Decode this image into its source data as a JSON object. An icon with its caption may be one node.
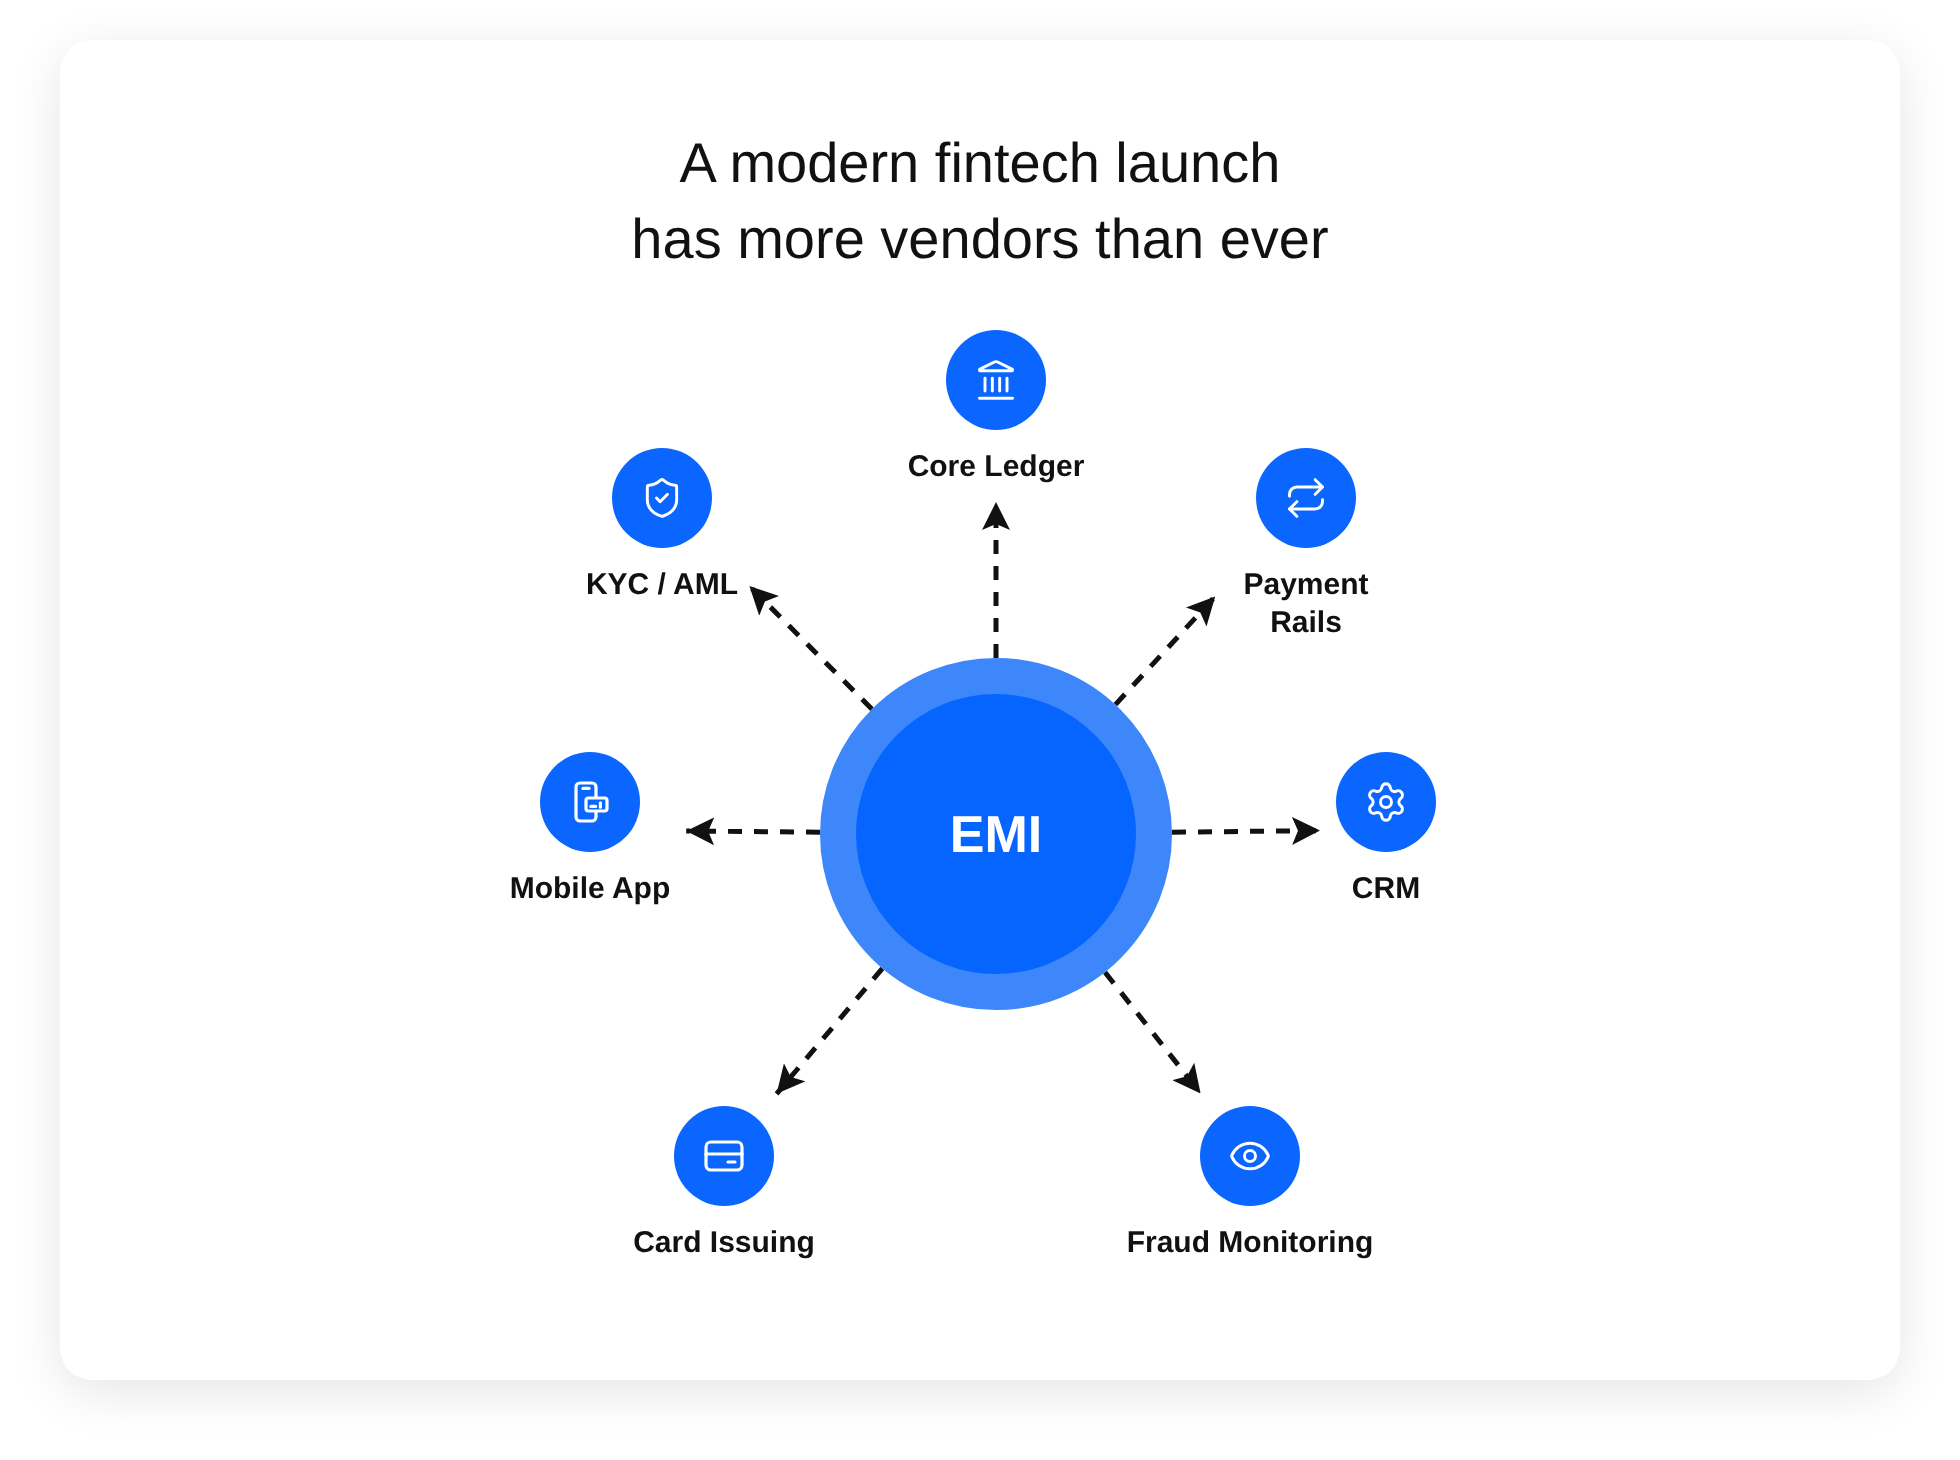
{
  "diagram": {
    "title": "A modern fintech launch has more vendors than ever",
    "nodes": [
      {
        "text": [
          "Core Ledger"
        ]
      },
      {
        "text": [
          "KYC / AML"
        ]
      },
      {
        "text": [
          "Payment Rails"
        ]
      },
      {
        "text": [
          "EMI"
        ]
      },
      {
        "text": [
          "Mobile App"
        ]
      },
      {
        "text": [
          "CRM"
        ]
      },
      {
        "text": [
          "Card Issuing"
        ]
      },
      {
        "text": [
          "Fraud Monitoring"
        ]
      }
    ],
    "edges": [
      {
        "from": 3,
        "to": 0,
        "arrow": "to",
        "style": "dashed"
      },
      {
        "from": 3,
        "to": 1,
        "arrow": "to",
        "style": "dashed"
      },
      {
        "from": 3,
        "to": 2,
        "arrow": "to",
        "style": "dashed"
      },
      {
        "from": 3,
        "to": 4,
        "arrow": "to",
        "style": "dashed"
      },
      {
        "from": 3,
        "to": 5,
        "arrow": "to",
        "style": "dashed"
      },
      {
        "from": 3,
        "to": 6,
        "arrow": "to",
        "style": "dashed"
      },
      {
        "from": 3,
        "to": 7,
        "arrow": "to",
        "style": "dashed"
      }
    ]
  }
}
